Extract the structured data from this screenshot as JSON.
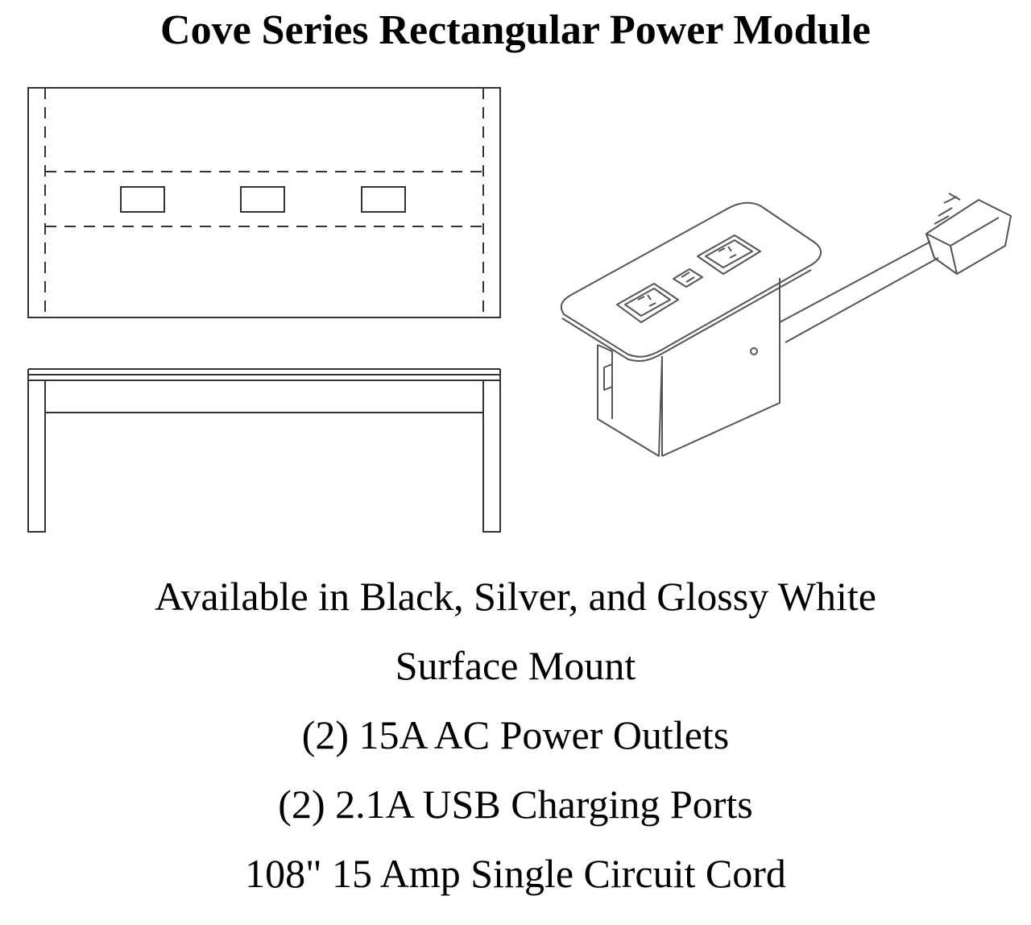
{
  "title": "Cove Series Rectangular Power Module",
  "figures": {
    "top_view": "top-view-drawing",
    "front_view": "front-view-drawing",
    "isometric": "power-module-isometric"
  },
  "specs": [
    "Available in Black, Silver, and Glossy White",
    "Surface Mount",
    "(2) 15A AC Power Outlets",
    "(2) 2.1A USB Charging Ports",
    "108\" 15 Amp Single Circuit Cord"
  ]
}
